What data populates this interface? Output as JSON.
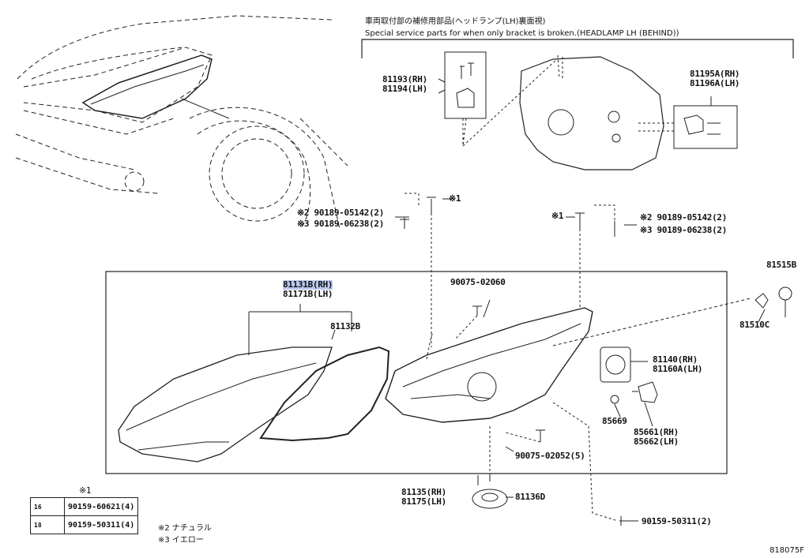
{
  "header": {
    "jp": "車両取付部の補修用部品(ヘッドランプ(LH)裏面視)",
    "en": "Special service parts for when only bracket is broken.(HEADLAMP LH (BEHIND))"
  },
  "parts": {
    "p81193": "81193(RH)",
    "p81194": "81194(LH)",
    "p81195": "81195A(RH)",
    "p81196": "81196A(LH)",
    "m1_top": "※1",
    "left_screw_a": "※2 90189-05142(2)",
    "left_screw_b": "※3 90189-06238(2)",
    "right_m1": "※1",
    "right_screw_a": "※2 90189-05142(2)",
    "right_screw_b": "※3 90189-06238(2)",
    "p81515": "81515B",
    "p81510": "81510C",
    "p81131": "81131B(RH)",
    "p81171": "81171B(LH)",
    "p90075a": "90075-02060",
    "p81132": "81132B",
    "p81140": "81140(RH)",
    "p81160": "81160A(LH)",
    "p85669": "85669",
    "p85661": "85661(RH)",
    "p85662": "85662(LH)",
    "p90075b": "90075-02052(5)",
    "p81135": "81135(RH)",
    "p81175": "81175(LH)",
    "p81136": "81136D",
    "p90159": "90159-50311(2)"
  },
  "legend": {
    "title": "※1",
    "rows": [
      {
        "size": "16",
        "part": "90159-60621(4)"
      },
      {
        "size": "18",
        "part": "90159-50311(4)"
      }
    ],
    "notes": [
      "※2 ナチュラル",
      "※3 イエロー"
    ]
  },
  "figure_ref": "818075F"
}
